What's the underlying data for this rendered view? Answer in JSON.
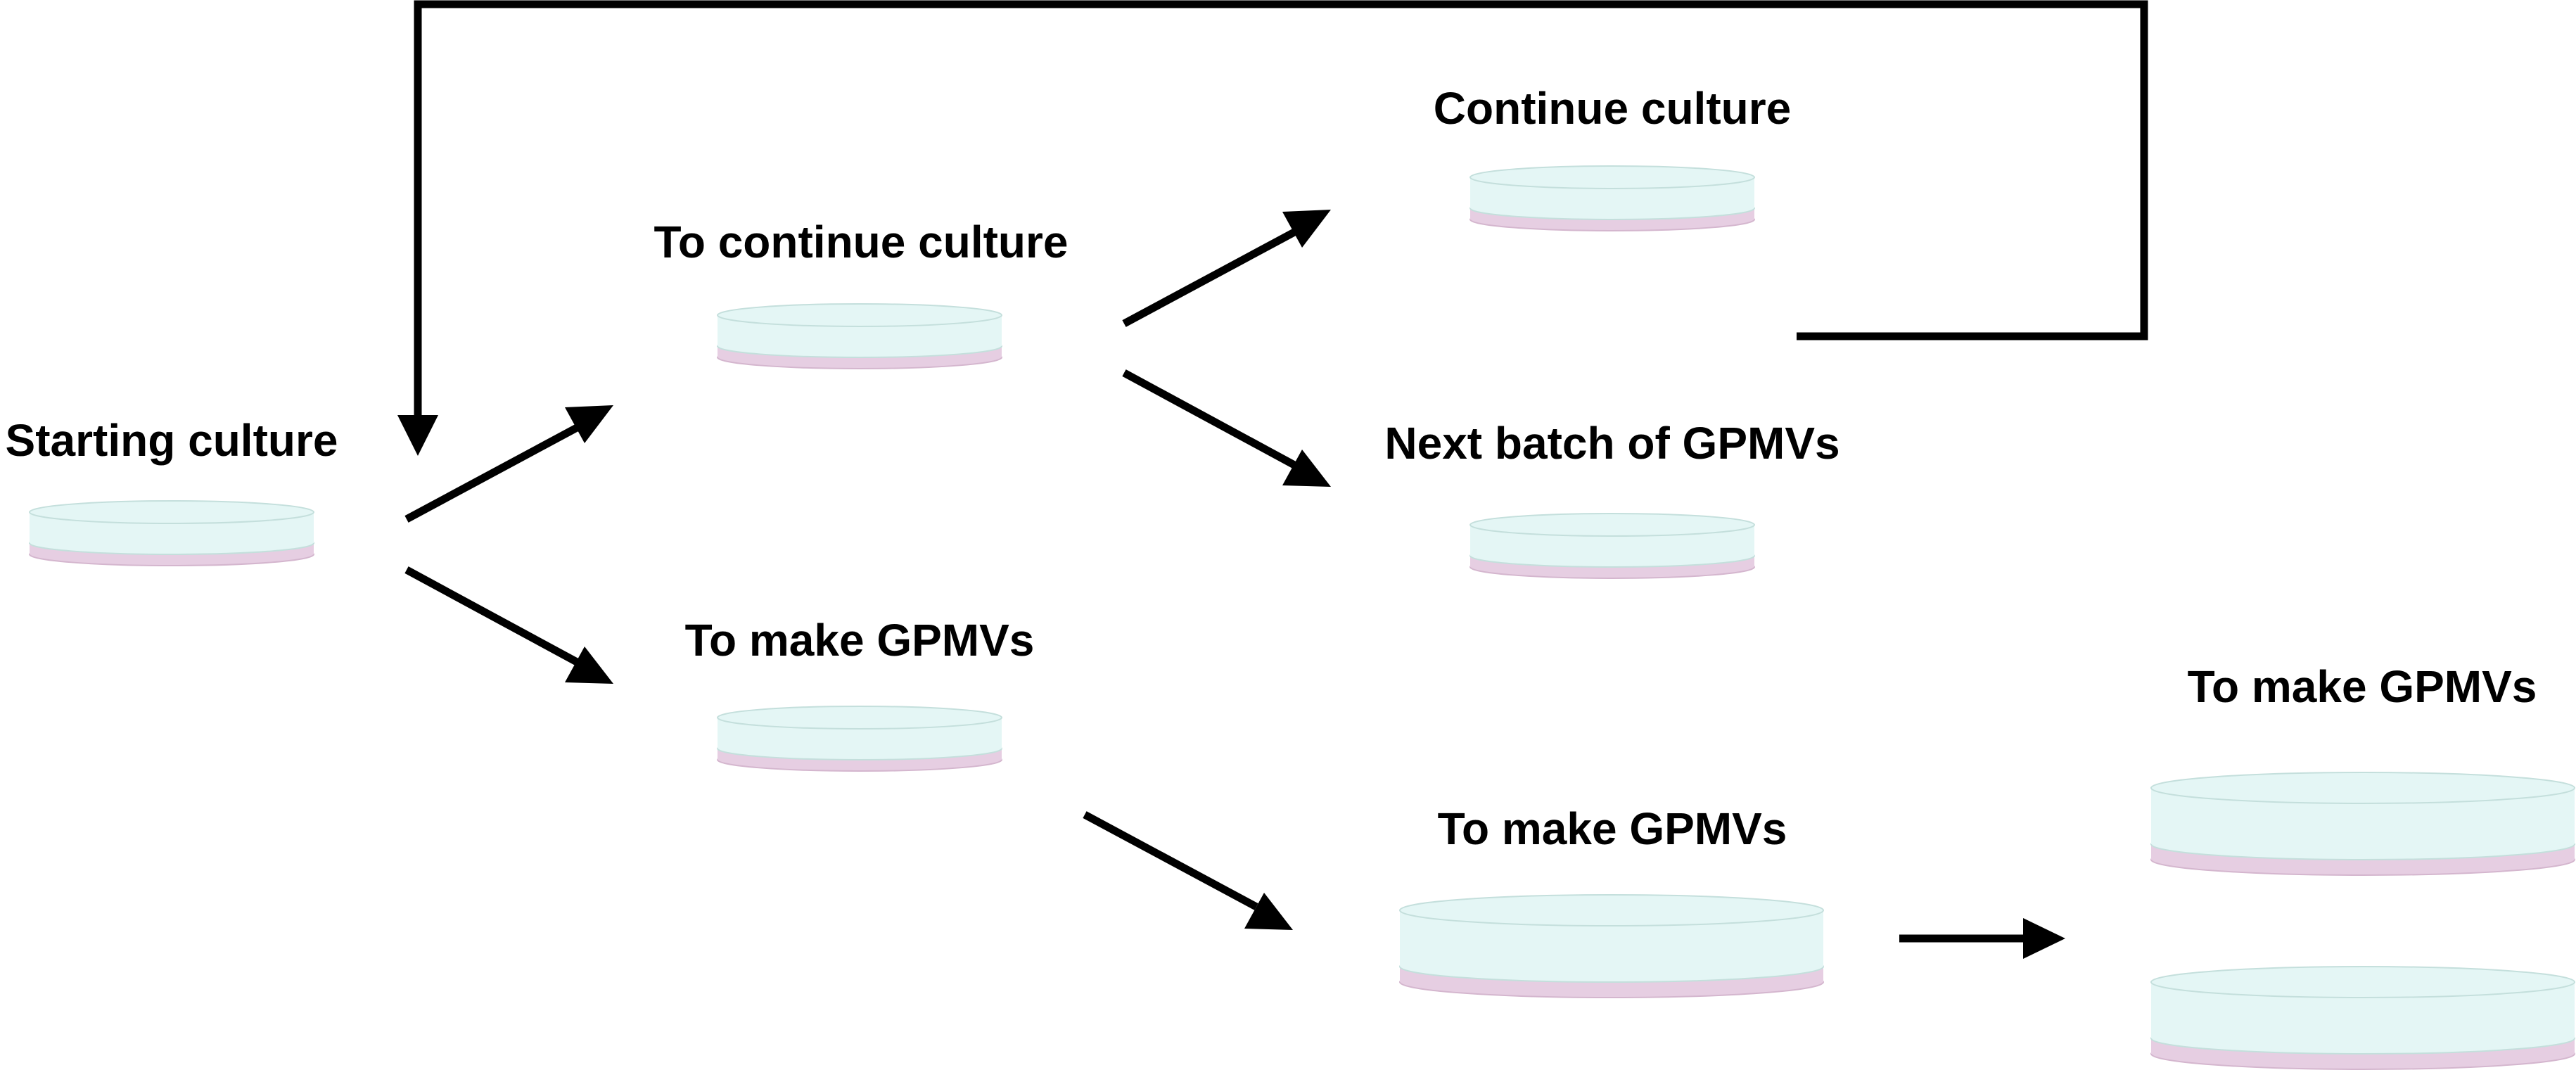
{
  "labels": {
    "starting_culture": "Starting culture",
    "to_continue_culture": "To continue culture",
    "to_make_gpmvs_mid": "To make GPMVs",
    "continue_culture": "Continue culture",
    "next_batch_of_gpmvs": "Next batch of GPMVs",
    "to_make_gpmvs_large": "To make GPMVs",
    "to_make_gpmvs_final": "To make GPMVs"
  },
  "dish": {
    "medium_color": "#e4f6f5",
    "medium_stroke": "#c4dfdc",
    "bottom_color": "#e6cee2",
    "bottom_stroke": "#d4b6ce"
  },
  "arrow_color": "#000000"
}
